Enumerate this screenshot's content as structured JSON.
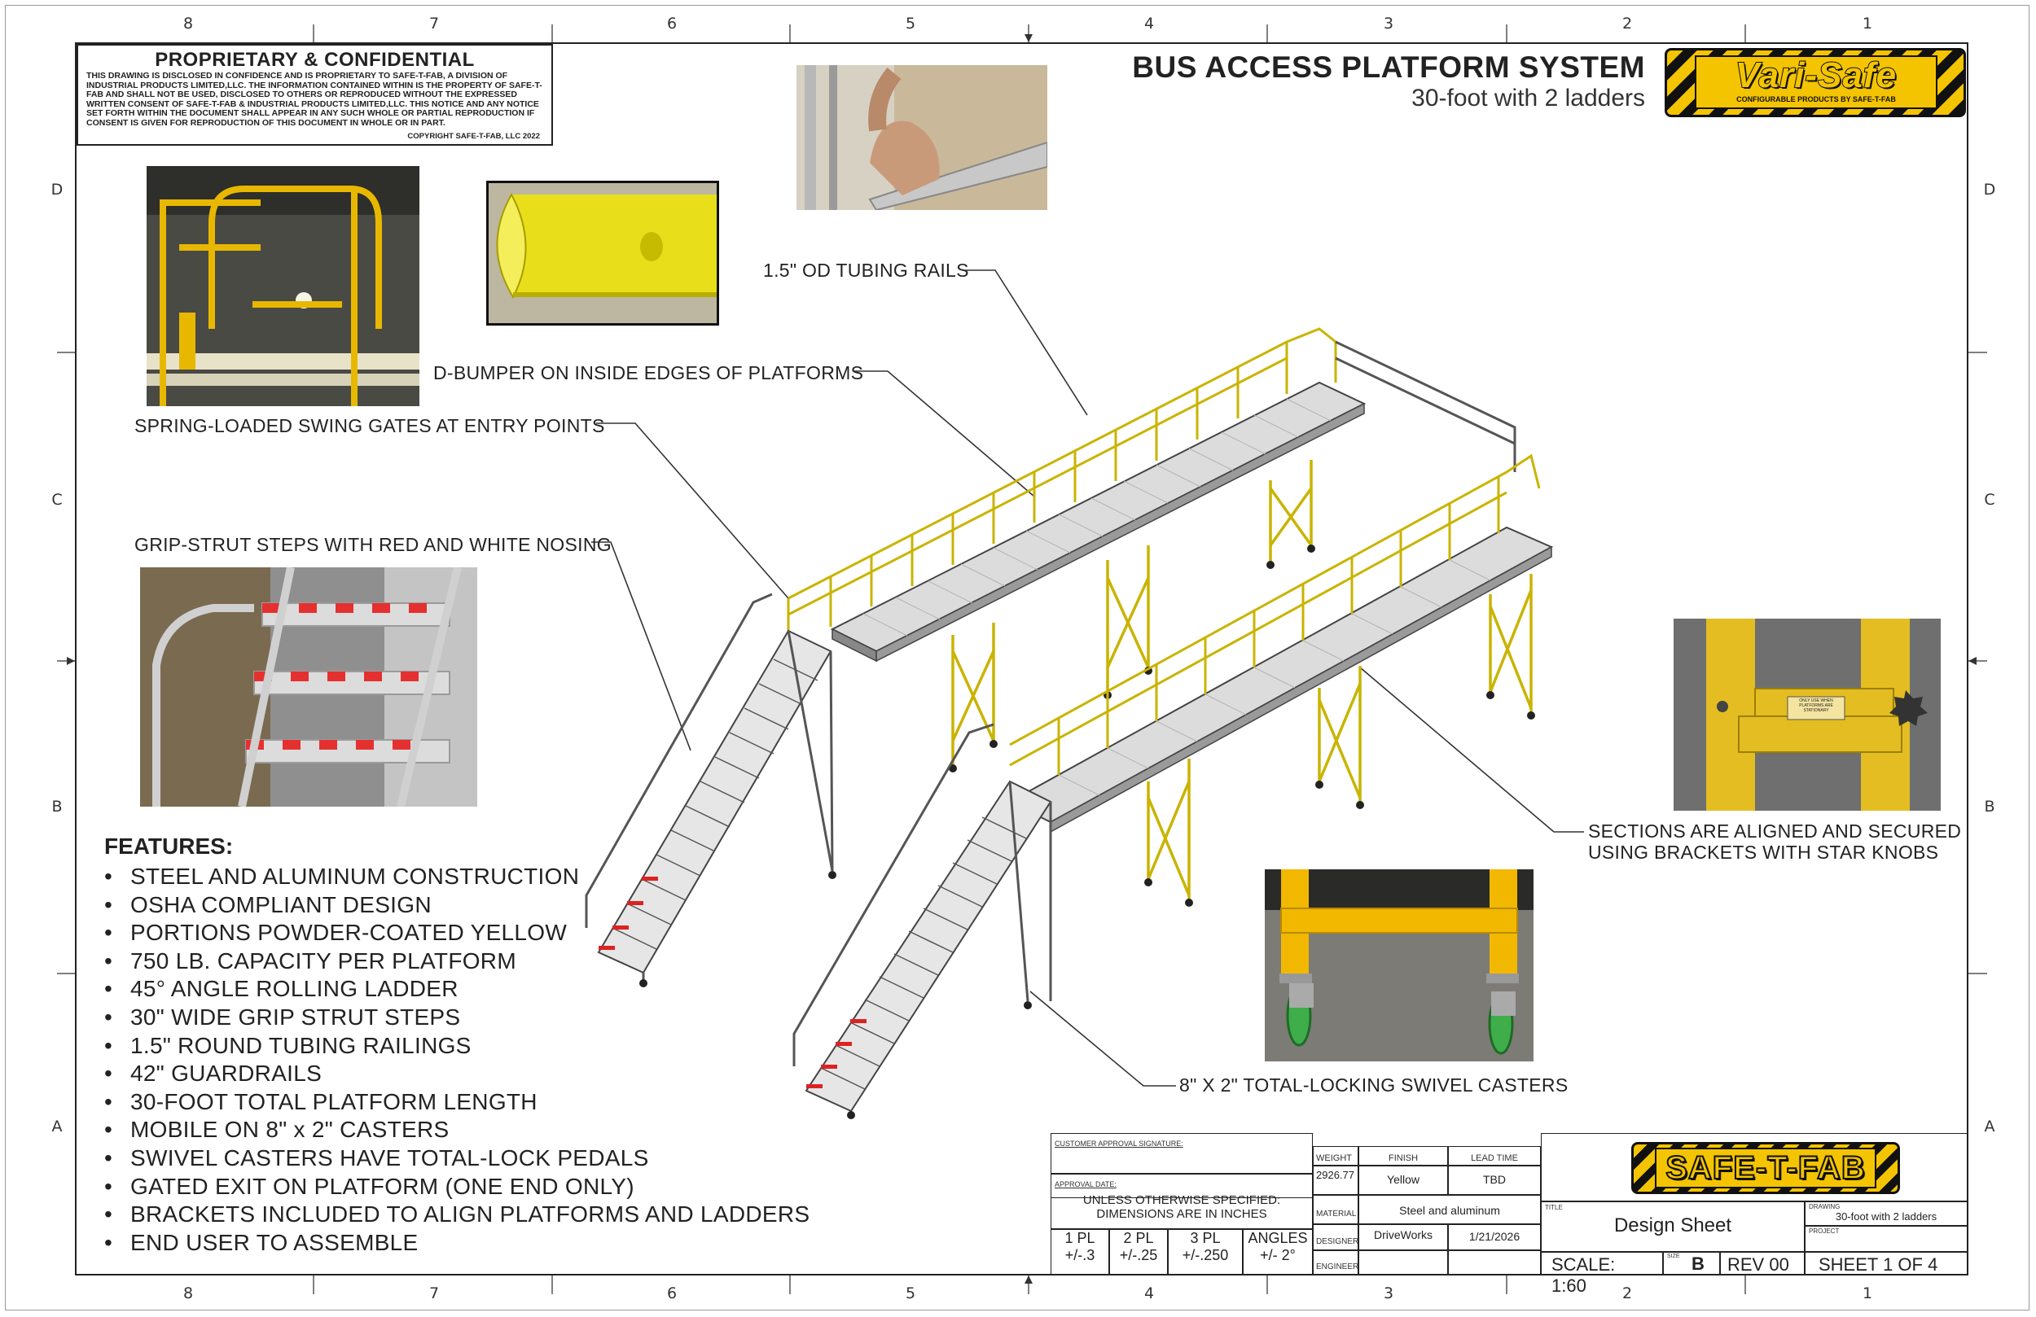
{
  "zones": {
    "columns": [
      "8",
      "7",
      "6",
      "5",
      "4",
      "3",
      "2",
      "1"
    ],
    "rows": [
      "D",
      "C",
      "B",
      "A"
    ]
  },
  "proprietary": {
    "title": "PROPRIETARY & CONFIDENTIAL",
    "body": "THIS DRAWING IS DISCLOSED IN CONFIDENCE AND IS PROPRIETARY TO SAFE-T-FAB, A DIVISION OF INDUSTRIAL PRODUCTS LIMITED,LLC. THE INFORMATION CONTAINED WITHIN IS THE PROPERTY OF SAFE-T-FAB AND SHALL NOT BE USED, DISCLOSED TO OTHERS OR REPRODUCED WITHOUT THE EXPRESSED WRITTEN CONSENT OF SAFE-T-FAB & INDUSTRIAL PRODUCTS LIMITED,LLC. THIS NOTICE AND ANY NOTICE SET FORTH WITHIN THE DOCUMENT SHALL APPEAR IN ANY SUCH WHOLE OR PARTIAL REPRODUCTION IF CONSENT IS GIVEN FOR REPRODUCTION OF THIS DOCUMENT IN WHOLE OR IN PART.",
    "copyright": "COPYRIGHT SAFE-T-FAB, LLC 2022"
  },
  "header": {
    "title": "BUS ACCESS PLATFORM SYSTEM",
    "subtitle": "30-foot with 2 ladders"
  },
  "brand": {
    "logo_name": "Vari-Safe",
    "logo_tagline": "CONFIGURABLE PRODUCTS BY SAFE-T-FAB",
    "footer_logo": "SAFE-T-FAB",
    "yellow": "#f4c400",
    "black": "#111111"
  },
  "callouts": {
    "rails": "1.5\" OD TUBING RAILS",
    "bumper": "D-BUMPER ON INSIDE EDGES OF PLATFORMS",
    "gates": "SPRING-LOADED SWING GATES AT ENTRY POINTS",
    "steps": "GRIP-STRUT STEPS WITH RED AND WHITE NOSING",
    "brackets_1": "SECTIONS ARE ALIGNED AND SECURED",
    "brackets_2": "USING BRACKETS WITH STAR KNOBS",
    "casters": "8\" X 2\" TOTAL-LOCKING SWIVEL CASTERS"
  },
  "photo_labels": {
    "bracket_sticker": "ONLY USE WHEN PLATFORMS ARE STATIONARY"
  },
  "features": {
    "title": "FEATURES:",
    "items": [
      "STEEL AND ALUMINUM CONSTRUCTION",
      "OSHA COMPLIANT DESIGN",
      "PORTIONS POWDER-COATED YELLOW",
      "750 LB. CAPACITY PER PLATFORM",
      "45° ANGLE ROLLING LADDER",
      "30\" WIDE GRIP STRUT STEPS",
      "1.5\" ROUND TUBING RAILINGS",
      "42\" GUARDRAILS",
      "30-FOOT TOTAL PLATFORM LENGTH",
      "MOBILE ON 8\" x 2\" CASTERS",
      "SWIVEL CASTERS HAVE TOTAL-LOCK PEDALS",
      "GATED EXIT ON PLATFORM (ONE END ONLY)",
      "BRACKETS INCLUDED TO ALIGN PLATFORMS AND LADDERS",
      "END USER TO ASSEMBLE"
    ]
  },
  "title_block": {
    "customer_approval": "CUSTOMER APPROVAL SIGNATURE:",
    "approval_date": "APPROVAL DATE:",
    "unless_1": "UNLESS OTHERWISE SPECIFIED:",
    "unless_2": "DIMENSIONS ARE IN INCHES",
    "tolerances": [
      {
        "label": "1 PL",
        "value": "+/-.3"
      },
      {
        "label": "2 PL",
        "value": "+/-.25"
      },
      {
        "label": "3 PL",
        "value": "+/-.250"
      },
      {
        "label": "ANGLES",
        "value": "+/- 2°"
      }
    ],
    "weight_label": "WEIGHT",
    "weight_value": "2926.77",
    "finish_label": "FINISH",
    "finish_value": "Yellow",
    "lead_label": "LEAD TIME",
    "lead_value": "TBD",
    "material_label": "MATERIAL",
    "material_value": "Steel and aluminum",
    "designer_label": "DESIGNER",
    "designer_value": "DriveWorks",
    "date_value": "1/21/2026",
    "engineer_label": "ENGINEER",
    "title_label": "TITLE",
    "title_value": "Design Sheet",
    "drawing_label": "DRAWING",
    "drawing_value": "30-foot with 2 ladders",
    "project_label": "PROJECT",
    "scale": "SCALE: 1:60",
    "size_label": "SIZE",
    "size_value": "B",
    "rev": "REV 00",
    "sheet": "SHEET 1 OF 4"
  }
}
